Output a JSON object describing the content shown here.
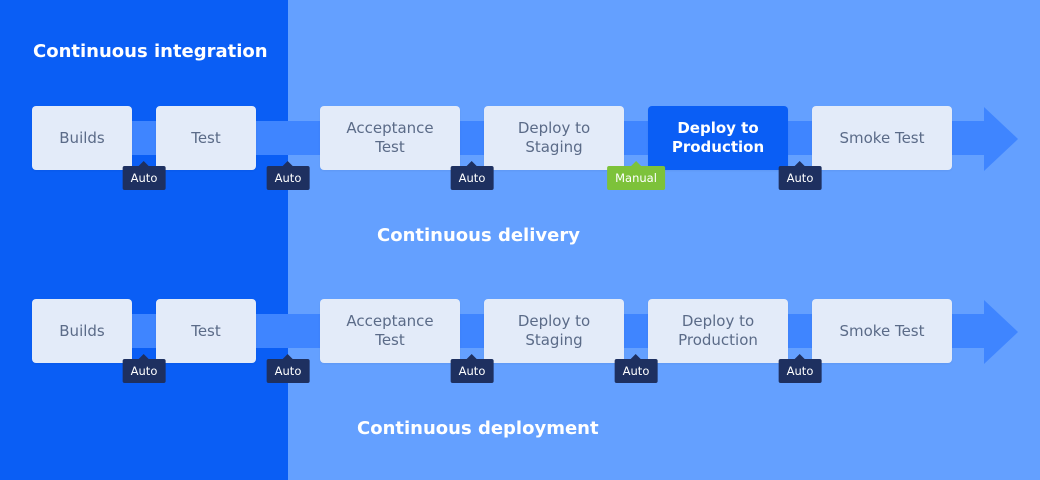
{
  "headings": {
    "integration": "Continuous integration",
    "delivery": "Continuous delivery",
    "deployment": "Continuous deployment"
  },
  "delivery_pipeline": {
    "stages": [
      "Builds",
      "Test",
      "Acceptance\nTest",
      "Deploy to\nStaging",
      "Deploy to\nProduction",
      "Smoke Test"
    ],
    "triggers": [
      "Auto",
      "Auto",
      "Auto",
      "Manual",
      "Auto"
    ]
  },
  "deployment_pipeline": {
    "stages": [
      "Builds",
      "Test",
      "Acceptance\nTest",
      "Deploy to\nStaging",
      "Deploy to\nProduction",
      "Smoke Test"
    ],
    "triggers": [
      "Auto",
      "Auto",
      "Auto",
      "Auto",
      "Auto"
    ]
  },
  "colors": {
    "ci_panel": "#0a5ef5",
    "background": "#64a0ff",
    "arrow": "#3f85ff",
    "stage": "#e3ebf9",
    "highlight_stage": "#0a5ef5",
    "auto_badge": "#1e3060",
    "manual_badge": "#7dc23a"
  }
}
